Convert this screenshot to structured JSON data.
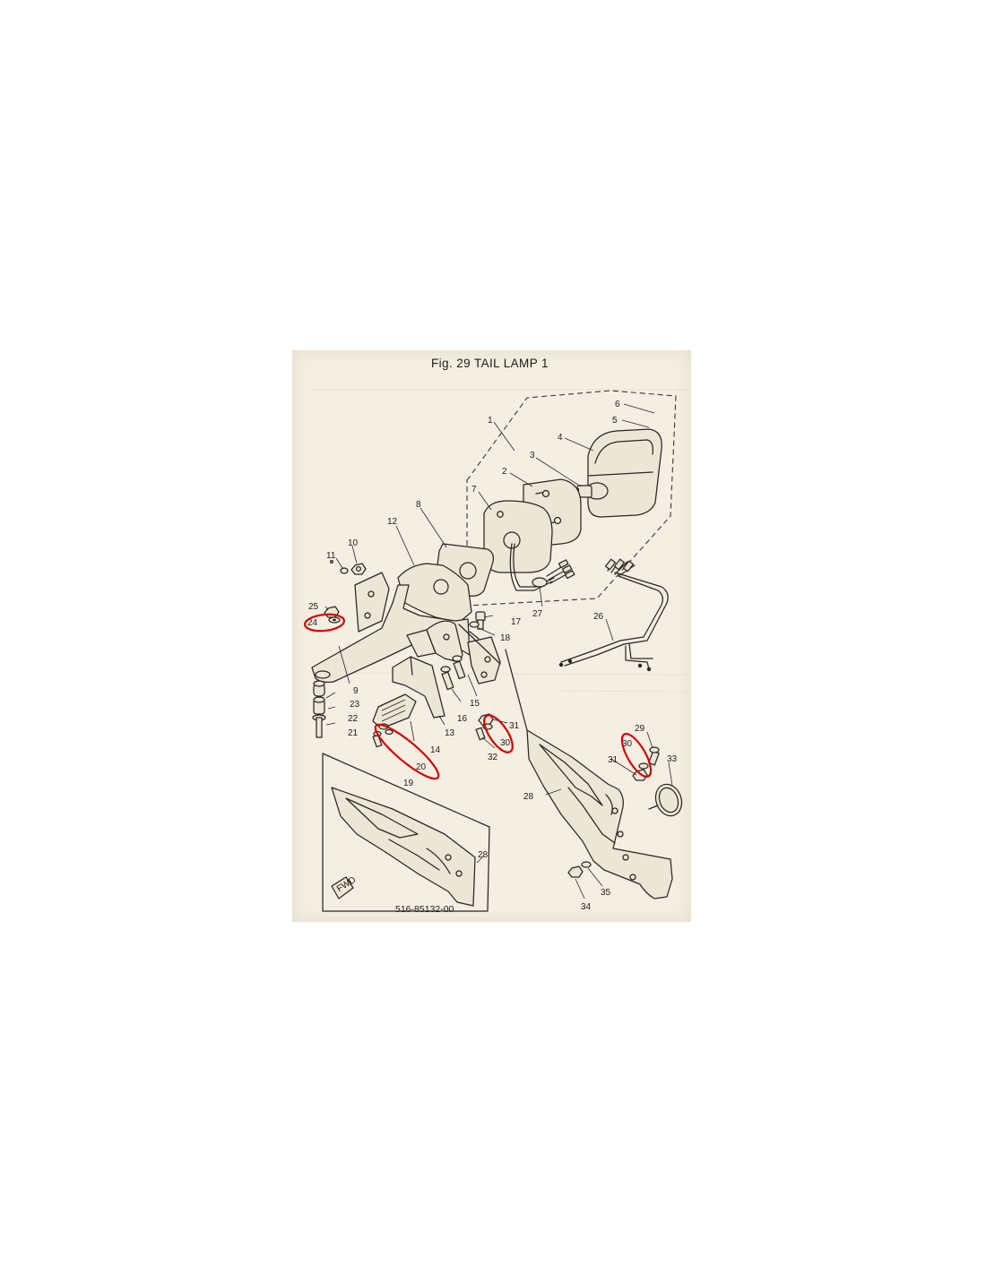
{
  "figure": {
    "title": "Fig. 29  TAIL LAMP 1",
    "part_number": "516-85132-00",
    "fwd_label": "FWD"
  },
  "highlight_color": "#d40000",
  "callouts": [
    "1",
    "2",
    "3",
    "4",
    "5",
    "6",
    "7",
    "8",
    "9",
    "10",
    "11",
    "12",
    "13",
    "14",
    "15",
    "16",
    "17",
    "18",
    "19",
    "20",
    "21",
    "22",
    "23",
    "24",
    "25",
    "26",
    "27",
    "28",
    "28",
    "29",
    "30",
    "30",
    "31",
    "31",
    "32",
    "33",
    "34",
    "35"
  ],
  "highlighted_callouts": [
    "24",
    "20",
    "30",
    "30"
  ]
}
